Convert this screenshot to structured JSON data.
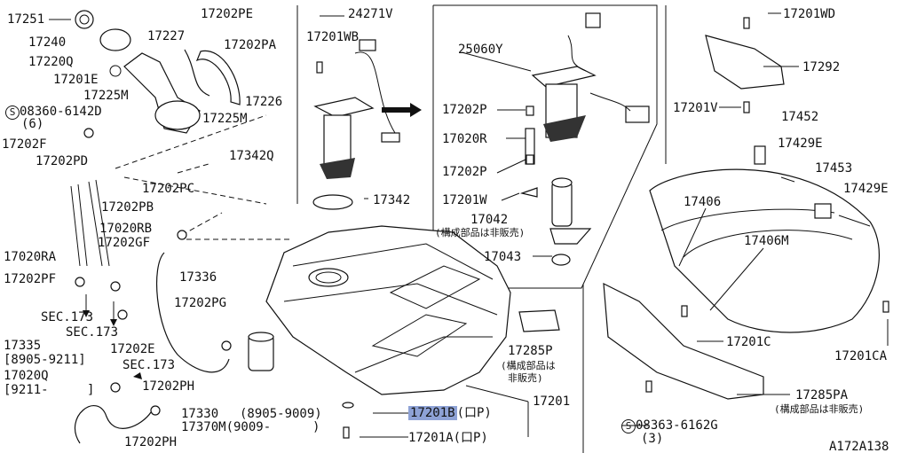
{
  "diagram_code": "A172A138",
  "labels": {
    "l17251": "17251",
    "l17240": "17240",
    "l17220q": "17220Q",
    "l17201e": "17201E",
    "l17225m_a": "17225M",
    "l08360": "08360-6142D",
    "l08360_qty": "(6)",
    "l17202f": "17202F",
    "l17202pd": "17202PD",
    "l17202pe": "17202PE",
    "l17227": "17227",
    "l17202pa": "17202PA",
    "l17226": "17226",
    "l17225m_b": "17225M",
    "l24271v": "24271V",
    "l17201wb": "17201WB",
    "l17342q": "17342Q",
    "l17202pc": "17202PC",
    "l17202pb": "17202PB",
    "l17020rb": "17020RB",
    "l17202gf": "17202GF",
    "l17020ra": "17020RA",
    "l17336": "17336",
    "l17202pf": "17202PF",
    "l_sec173_a": "SEC.173",
    "l_sec173_b": "SEC.173",
    "l17202e": "17202E",
    "l17202pg": "17202PG",
    "l17335": "17335",
    "l17335_range": "[8905-9211]",
    "l17020q": "17020Q",
    "l17020q_range": "[9211-",
    "l17020q_close": "]",
    "l_sec173_c": "SEC.173",
    "l17202ph_a": "17202PH",
    "l17202ph_b": "17202PH",
    "l17330": "17330",
    "l17330_range": "(8905-9009)",
    "l17370m": "17370M(9009-",
    "l17370m_close": ")",
    "l17342": "17342",
    "l17201b": "17201B",
    "l17201b_suffix": "(口P)",
    "l17201a": "17201A(口P)",
    "l17201": "17201",
    "l17285p": "17285P",
    "l17285p_note1": "(構成部品は",
    "l17285p_note2": "非販売)",
    "l25060y": "25060Y",
    "l17202p_a": "17202P",
    "l17020r": "17020R",
    "l17202p_b": "17202P",
    "l17201w": "17201W",
    "l17042": "17042",
    "l17042_note": "(構成部品は非販売)",
    "l17043": "17043",
    "l17201wd": "17201WD",
    "l17292": "17292",
    "l17201v": "17201V",
    "l17452": "17452",
    "l17429e_a": "17429E",
    "l17453": "17453",
    "l17429e_b": "17429E",
    "l17406": "17406",
    "l17406m": "17406M",
    "l17201c": "17201C",
    "l17201ca": "17201CA",
    "l17285pa": "17285PA",
    "l17285pa_note": "(構成部品は非販売)",
    "l08363": "08363-6162G",
    "l08363_qty": "(3)"
  }
}
